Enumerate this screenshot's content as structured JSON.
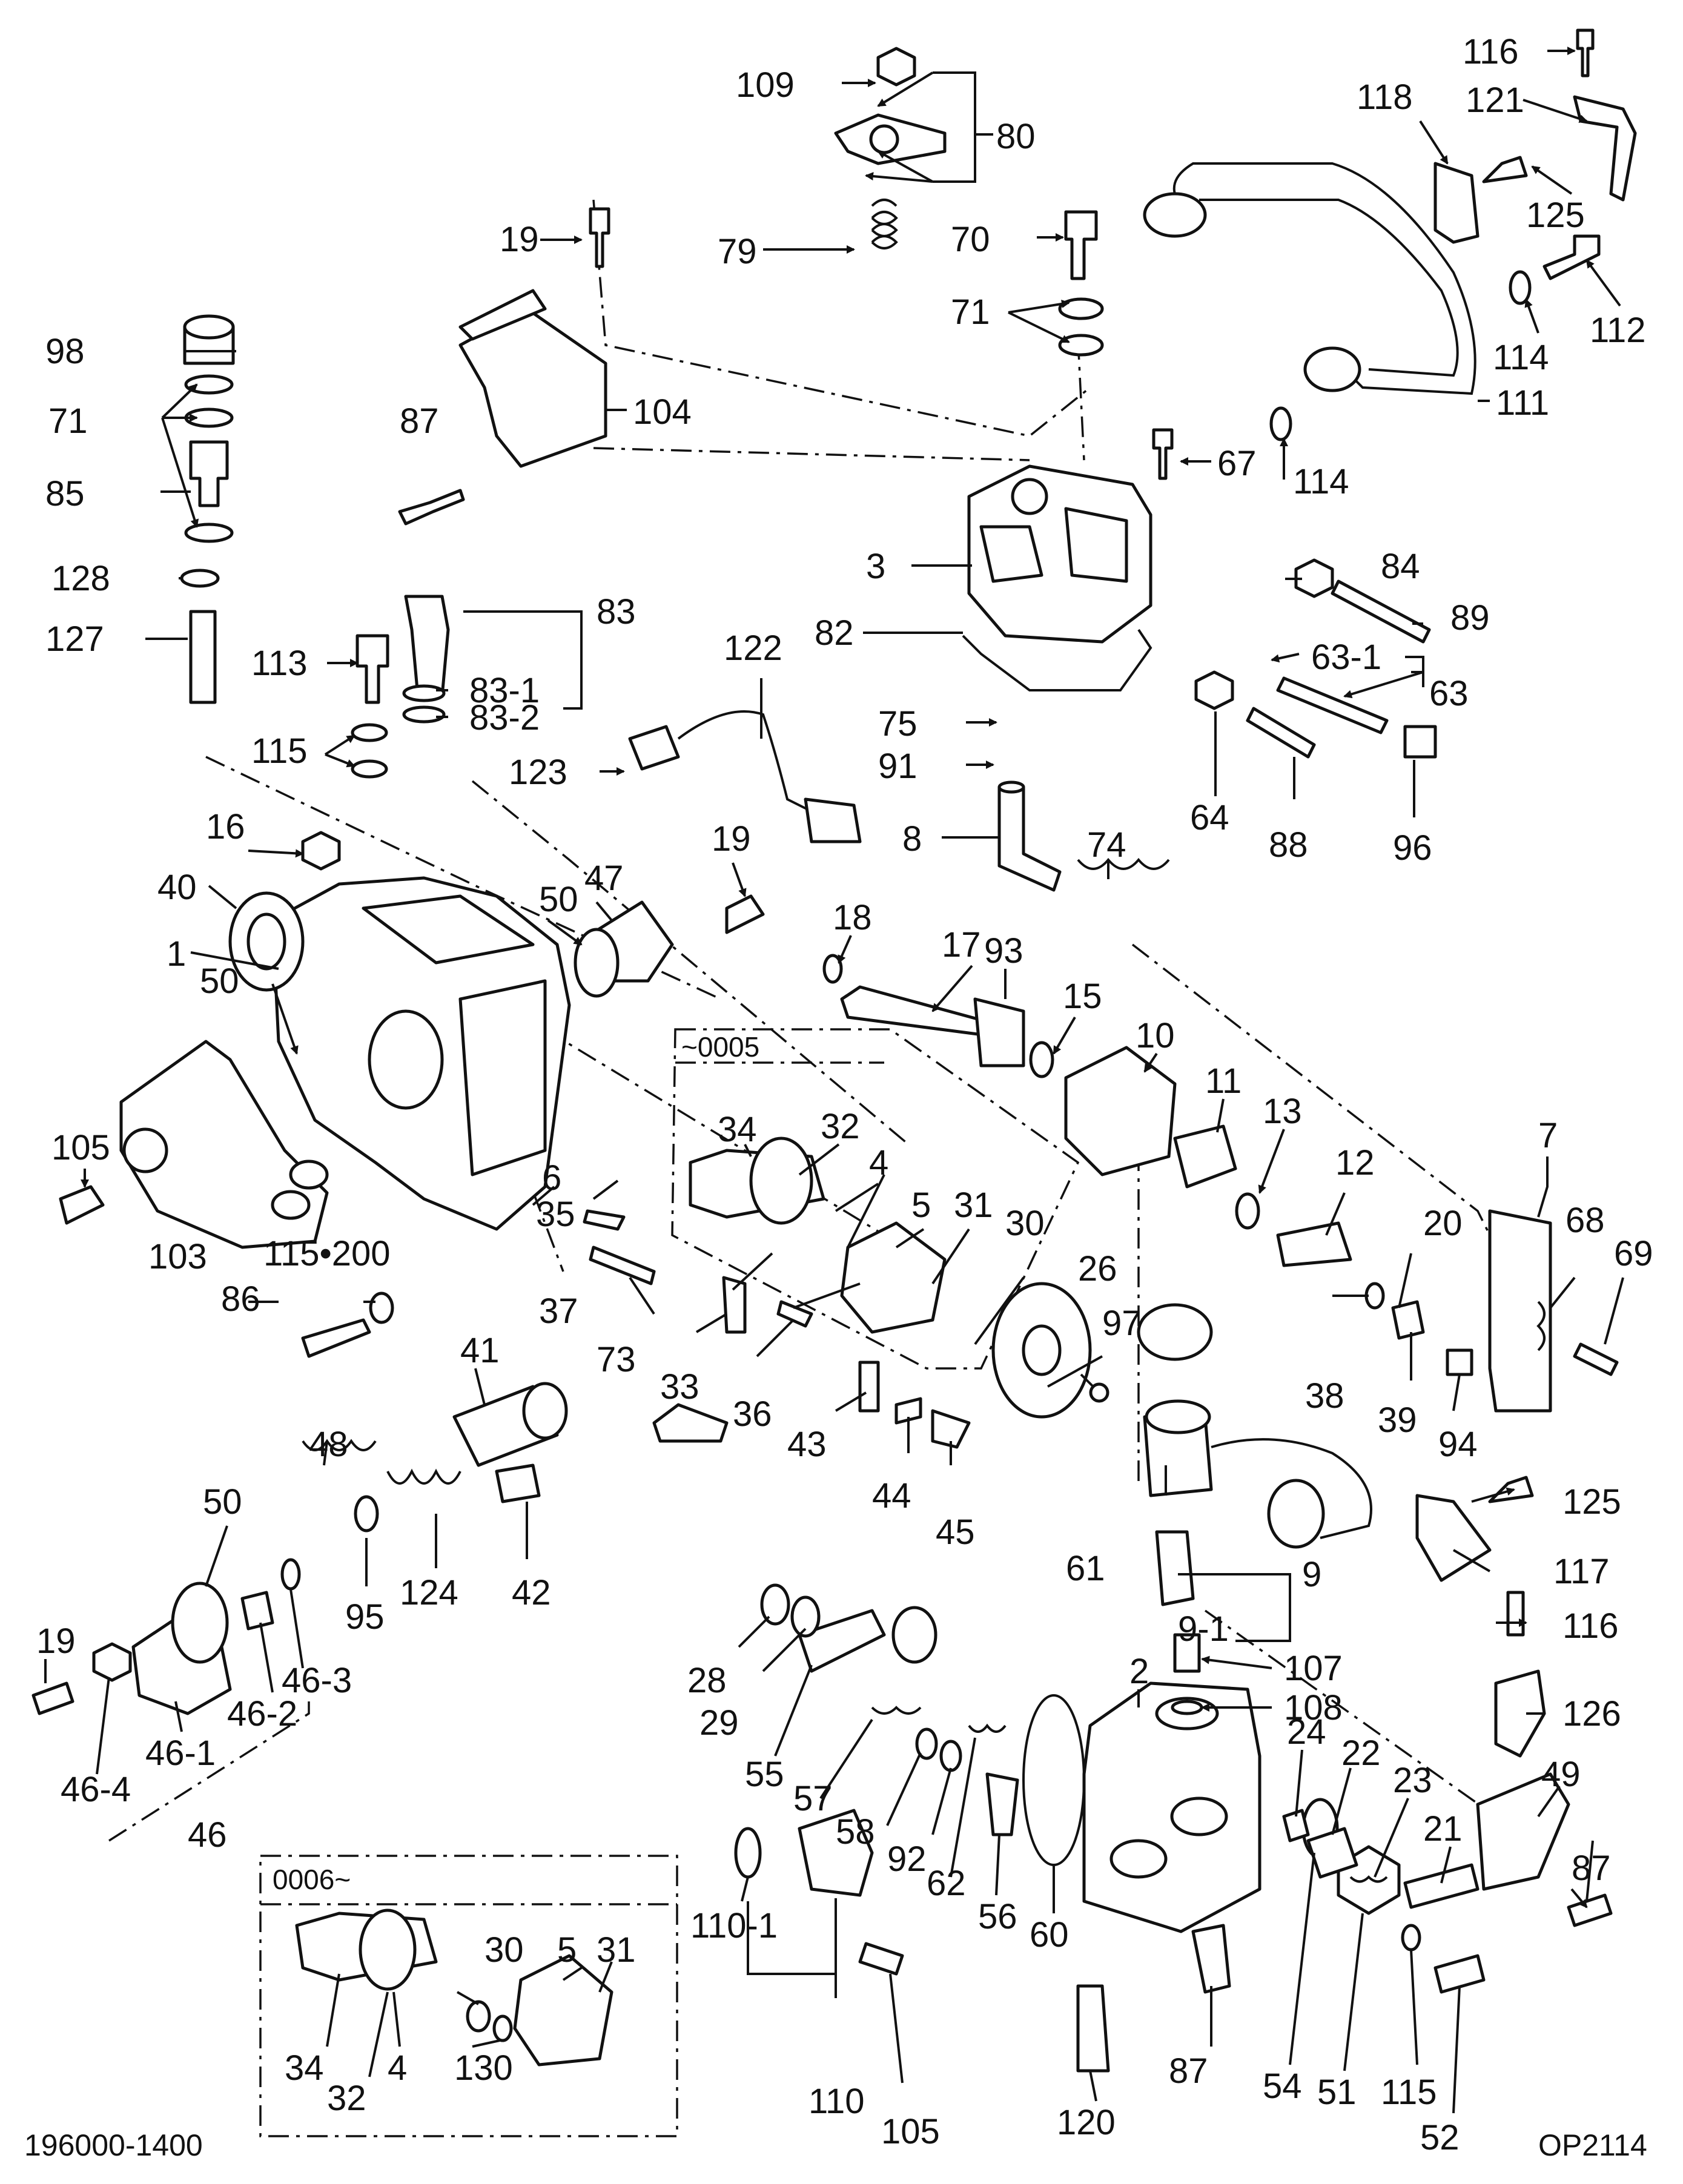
{
  "diagram": {
    "drawing_number": "196000-1400",
    "sheet_code": "OP2114",
    "variant_early": "~0005",
    "variant_late": "0006~"
  },
  "callouts": [
    {
      "id": "c-116a",
      "text": "116"
    },
    {
      "id": "c-109",
      "text": "109"
    },
    {
      "id": "c-121",
      "text": "121"
    },
    {
      "id": "c-118",
      "text": "118"
    },
    {
      "id": "c-80",
      "text": "80"
    },
    {
      "id": "c-125a",
      "text": "125"
    },
    {
      "id": "c-19a",
      "text": "19"
    },
    {
      "id": "c-79",
      "text": "79"
    },
    {
      "id": "c-70",
      "text": "70"
    },
    {
      "id": "c-112",
      "text": "112"
    },
    {
      "id": "c-98",
      "text": "98"
    },
    {
      "id": "c-71a",
      "text": "71"
    },
    {
      "id": "c-114a",
      "text": "114"
    },
    {
      "id": "c-71b",
      "text": "71"
    },
    {
      "id": "c-104",
      "text": "104"
    },
    {
      "id": "c-111",
      "text": "111"
    },
    {
      "id": "c-87a",
      "text": "87"
    },
    {
      "id": "c-67",
      "text": "67"
    },
    {
      "id": "c-114b",
      "text": "114"
    },
    {
      "id": "c-85",
      "text": "85"
    },
    {
      "id": "c-3",
      "text": "3"
    },
    {
      "id": "c-84",
      "text": "84"
    },
    {
      "id": "c-128",
      "text": "128"
    },
    {
      "id": "c-83",
      "text": "83"
    },
    {
      "id": "c-89",
      "text": "89"
    },
    {
      "id": "c-127",
      "text": "127"
    },
    {
      "id": "c-122",
      "text": "122"
    },
    {
      "id": "c-82",
      "text": "82"
    },
    {
      "id": "c-113",
      "text": "113"
    },
    {
      "id": "c-83-1",
      "text": "83-1"
    },
    {
      "id": "c-63-1",
      "text": "63-1"
    },
    {
      "id": "c-83-2",
      "text": "83-2"
    },
    {
      "id": "c-63",
      "text": "63"
    },
    {
      "id": "c-115a",
      "text": "115"
    },
    {
      "id": "c-75",
      "text": "75"
    },
    {
      "id": "c-123",
      "text": "123"
    },
    {
      "id": "c-91",
      "text": "91"
    },
    {
      "id": "c-64",
      "text": "64"
    },
    {
      "id": "c-88",
      "text": "88"
    },
    {
      "id": "c-96",
      "text": "96"
    },
    {
      "id": "c-16",
      "text": "16"
    },
    {
      "id": "c-8",
      "text": "8"
    },
    {
      "id": "c-19b",
      "text": "19"
    },
    {
      "id": "c-74",
      "text": "74"
    },
    {
      "id": "c-47",
      "text": "47"
    },
    {
      "id": "c-40",
      "text": "40"
    },
    {
      "id": "c-50a",
      "text": "50"
    },
    {
      "id": "c-18",
      "text": "18"
    },
    {
      "id": "c-17",
      "text": "17"
    },
    {
      "id": "c-1",
      "text": "1"
    },
    {
      "id": "c-93",
      "text": "93"
    },
    {
      "id": "c-15",
      "text": "15"
    },
    {
      "id": "c-50b",
      "text": "50"
    },
    {
      "id": "c-10",
      "text": "10"
    },
    {
      "id": "c-105a",
      "text": "105"
    },
    {
      "id": "c-11",
      "text": "11"
    },
    {
      "id": "c-13",
      "text": "13"
    },
    {
      "id": "c-7",
      "text": "7"
    },
    {
      "id": "c-34a",
      "text": "34"
    },
    {
      "id": "c-32a",
      "text": "32"
    },
    {
      "id": "c-4a",
      "text": "4"
    },
    {
      "id": "c-5a",
      "text": "5"
    },
    {
      "id": "c-12",
      "text": "12"
    },
    {
      "id": "c-31a",
      "text": "31"
    },
    {
      "id": "c-6",
      "text": "6"
    },
    {
      "id": "c-35",
      "text": "35"
    },
    {
      "id": "c-30a",
      "text": "30"
    },
    {
      "id": "c-20",
      "text": "20"
    },
    {
      "id": "c-68",
      "text": "68"
    },
    {
      "id": "c-69",
      "text": "69"
    },
    {
      "id": "c-103",
      "text": "103"
    },
    {
      "id": "c-115-200",
      "text": "115•200"
    },
    {
      "id": "c-26",
      "text": "26"
    },
    {
      "id": "c-86",
      "text": "86"
    },
    {
      "id": "c-37",
      "text": "37"
    },
    {
      "id": "c-97",
      "text": "97"
    },
    {
      "id": "c-38",
      "text": "38"
    },
    {
      "id": "c-39",
      "text": "39"
    },
    {
      "id": "c-94",
      "text": "94"
    },
    {
      "id": "c-73",
      "text": "73"
    },
    {
      "id": "c-33",
      "text": "33"
    },
    {
      "id": "c-41",
      "text": "41"
    },
    {
      "id": "c-36",
      "text": "36"
    },
    {
      "id": "c-43",
      "text": "43"
    },
    {
      "id": "c-48",
      "text": "48"
    },
    {
      "id": "c-44",
      "text": "44"
    },
    {
      "id": "c-45",
      "text": "45"
    },
    {
      "id": "c-61",
      "text": "61"
    },
    {
      "id": "c-50c",
      "text": "50"
    },
    {
      "id": "c-125b",
      "text": "125"
    },
    {
      "id": "c-117",
      "text": "117"
    },
    {
      "id": "c-95",
      "text": "95"
    },
    {
      "id": "c-124",
      "text": "124"
    },
    {
      "id": "c-42",
      "text": "42"
    },
    {
      "id": "c-9",
      "text": "9"
    },
    {
      "id": "c-9-1",
      "text": "9-1"
    },
    {
      "id": "c-116b",
      "text": "116"
    },
    {
      "id": "c-19c",
      "text": "19"
    },
    {
      "id": "c-107",
      "text": "107"
    },
    {
      "id": "c-46-3",
      "text": "46-3"
    },
    {
      "id": "c-28",
      "text": "28"
    },
    {
      "id": "c-108",
      "text": "108"
    },
    {
      "id": "c-126",
      "text": "126"
    },
    {
      "id": "c-46-2",
      "text": "46-2"
    },
    {
      "id": "c-29",
      "text": "29"
    },
    {
      "id": "c-2",
      "text": "2"
    },
    {
      "id": "c-46-1",
      "text": "46-1"
    },
    {
      "id": "c-55",
      "text": "55"
    },
    {
      "id": "c-24",
      "text": "24"
    },
    {
      "id": "c-22",
      "text": "22"
    },
    {
      "id": "c-46-4",
      "text": "46-4"
    },
    {
      "id": "c-57",
      "text": "57"
    },
    {
      "id": "c-23",
      "text": "23"
    },
    {
      "id": "c-49",
      "text": "49"
    },
    {
      "id": "c-46",
      "text": "46"
    },
    {
      "id": "c-58",
      "text": "58"
    },
    {
      "id": "c-92",
      "text": "92"
    },
    {
      "id": "c-21",
      "text": "21"
    },
    {
      "id": "c-87b",
      "text": "87"
    },
    {
      "id": "c-62",
      "text": "62"
    },
    {
      "id": "c-56",
      "text": "56"
    },
    {
      "id": "c-60",
      "text": "60"
    },
    {
      "id": "c-110-1",
      "text": "110-1"
    },
    {
      "id": "c-30b",
      "text": "30"
    },
    {
      "id": "c-5b",
      "text": "5"
    },
    {
      "id": "c-31b",
      "text": "31"
    },
    {
      "id": "c-34b",
      "text": "34"
    },
    {
      "id": "c-4b",
      "text": "4"
    },
    {
      "id": "c-130",
      "text": "130"
    },
    {
      "id": "c-32b",
      "text": "32"
    },
    {
      "id": "c-87c",
      "text": "87"
    },
    {
      "id": "c-54",
      "text": "54"
    },
    {
      "id": "c-51",
      "text": "51"
    },
    {
      "id": "c-115b",
      "text": "115"
    },
    {
      "id": "c-110",
      "text": "110"
    },
    {
      "id": "c-105b",
      "text": "105"
    },
    {
      "id": "c-120",
      "text": "120"
    },
    {
      "id": "c-52",
      "text": "52"
    }
  ]
}
